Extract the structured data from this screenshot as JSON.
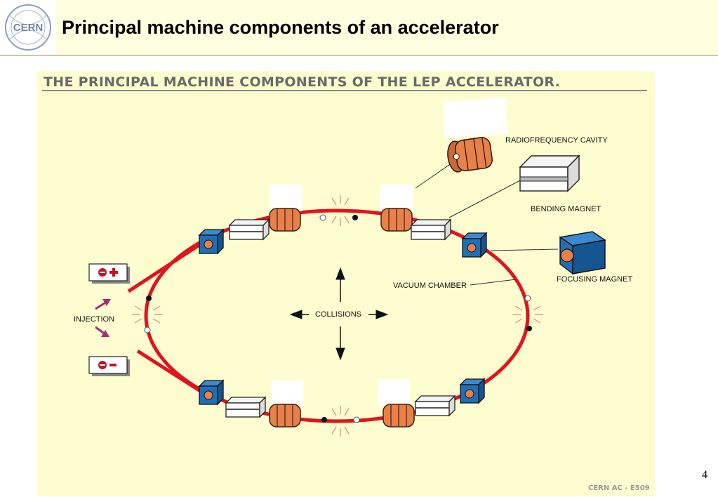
{
  "header": {
    "logo_text": "CERN",
    "title": "Principal machine components of an accelerator"
  },
  "figure": {
    "title": "THE PRINCIPAL MACHINE COMPONENTS OF THE LEP ACCELERATOR.",
    "labels": {
      "rf_cavity": "RADIOFREQUENCY CAVITY",
      "bending_magnet": "BENDING MAGNET",
      "focusing_magnet": "FOCUSING MAGNET",
      "vacuum_chamber": "VACUUM CHAMBER",
      "collisions": "COLLISIONS",
      "injection": "INJECTION"
    },
    "credit": "CERN AC - E509",
    "colors": {
      "beam": "#e0141e",
      "cavity": "#e8804a",
      "focusing": "#1f6fb5",
      "arrow": "#a03070"
    }
  },
  "page_number": "4"
}
